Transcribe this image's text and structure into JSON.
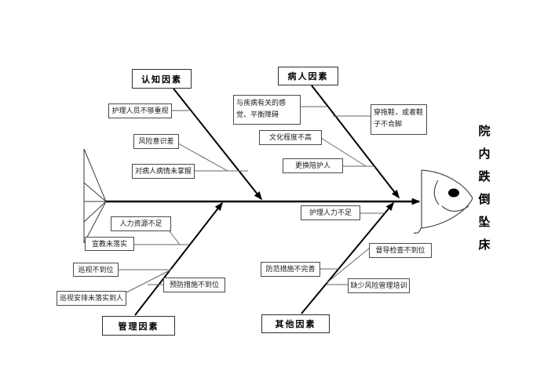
{
  "diagram": {
    "type": "fishbone",
    "effect": {
      "text": "院内跌倒坠床",
      "chars": [
        "院",
        "内",
        "跌",
        "倒",
        "坠",
        "床"
      ]
    },
    "categories": [
      {
        "id": "cognitive",
        "label": "认知因素",
        "position": "top-left"
      },
      {
        "id": "patient",
        "label": "病人因素",
        "position": "top-right"
      },
      {
        "id": "management",
        "label": "管理因素",
        "position": "bottom-left"
      },
      {
        "id": "other",
        "label": "其他因素",
        "position": "bottom-right"
      }
    ],
    "causes": [
      {
        "id": "nurses-not-attentive",
        "category": "认知因素",
        "label": "护理人员不够重视"
      },
      {
        "id": "poor-risk-awareness",
        "category": "认知因素",
        "label": "风险意识差"
      },
      {
        "id": "condition-not-grasped",
        "category": "认知因素",
        "label": "对病人病情未掌握"
      },
      {
        "id": "disease-balance-disorder",
        "category": "病人因素",
        "label": "与疾病有关的感觉、平衡障碍"
      },
      {
        "id": "low-education",
        "category": "病人因素",
        "label": "文化程度不高"
      },
      {
        "id": "caregiver-changed",
        "category": "病人因素",
        "label": "更换陪护人"
      },
      {
        "id": "slippers-illfitting-shoes",
        "category": "病人因素",
        "label": "穿拖鞋，或者鞋子不合脚"
      },
      {
        "id": "nursing-staff-shortage",
        "category": "其他因素",
        "label": "护理人力不足"
      },
      {
        "id": "hr-shortage",
        "category": "管理因素",
        "label": "人力资源不足"
      },
      {
        "id": "education-not-done",
        "category": "管理因素",
        "label": "宣教未落实"
      },
      {
        "id": "rounds-not-in-place",
        "category": "管理因素",
        "label": "巡视不到位"
      },
      {
        "id": "rounds-not-assigned",
        "category": "管理因素",
        "label": "巡视安排未落实到人"
      },
      {
        "id": "prevention-not-in-place",
        "category": "管理因素",
        "label": "预防措施不到位"
      },
      {
        "id": "supervision-not-in-place",
        "category": "其他因素",
        "label": "督导检查不到位"
      },
      {
        "id": "safeguards-imperfect",
        "category": "其他因素",
        "label": "防范措施不完善"
      },
      {
        "id": "lack-risk-training",
        "category": "其他因素",
        "label": "缺少风险管理培训"
      }
    ],
    "colors": {
      "line": "#000000",
      "connector": "#666666",
      "box_border": "#4a4a4a",
      "background": "#ffffff"
    }
  }
}
